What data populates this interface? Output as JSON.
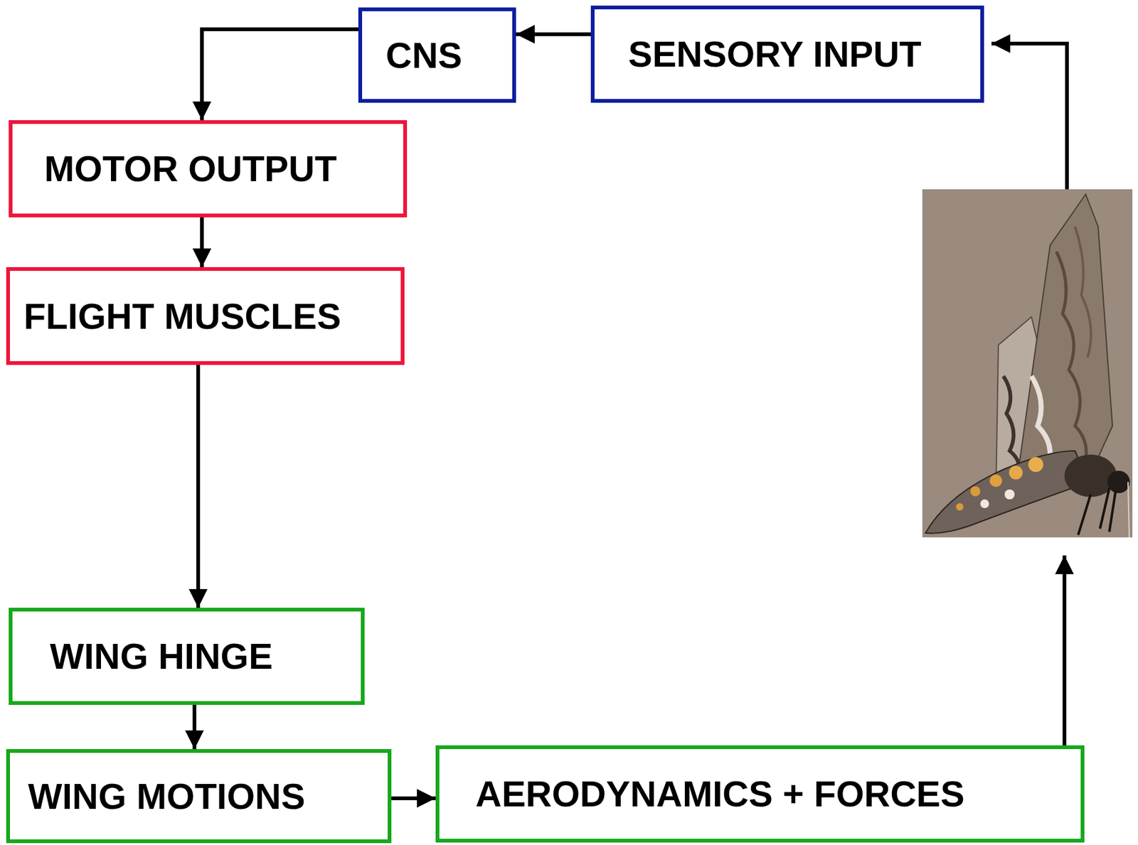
{
  "diagram": {
    "nodes": [
      {
        "text": [
          "CNS"
        ]
      },
      {
        "text": [
          "SENSORY INPUT"
        ]
      },
      {
        "text": [
          "MOTOR OUTPUT"
        ]
      },
      {
        "text": [
          "FLIGHT MUSCLES"
        ]
      },
      {
        "text": [
          "WING HINGE"
        ]
      },
      {
        "text": [
          "WING MOTIONS"
        ]
      },
      {
        "text": [
          "AERODYNAMICS + FORCES"
        ]
      }
    ],
    "edges": [
      {
        "from": 1,
        "to": 0,
        "arrow": "to"
      },
      {
        "from": 0,
        "to": 2,
        "arrow": "to"
      },
      {
        "from": 2,
        "to": 3,
        "arrow": "to"
      },
      {
        "from": 3,
        "to": 4,
        "arrow": "to"
      },
      {
        "from": 4,
        "to": 5,
        "arrow": "to"
      },
      {
        "from": 5,
        "to": 6,
        "arrow": "to"
      }
    ]
  }
}
